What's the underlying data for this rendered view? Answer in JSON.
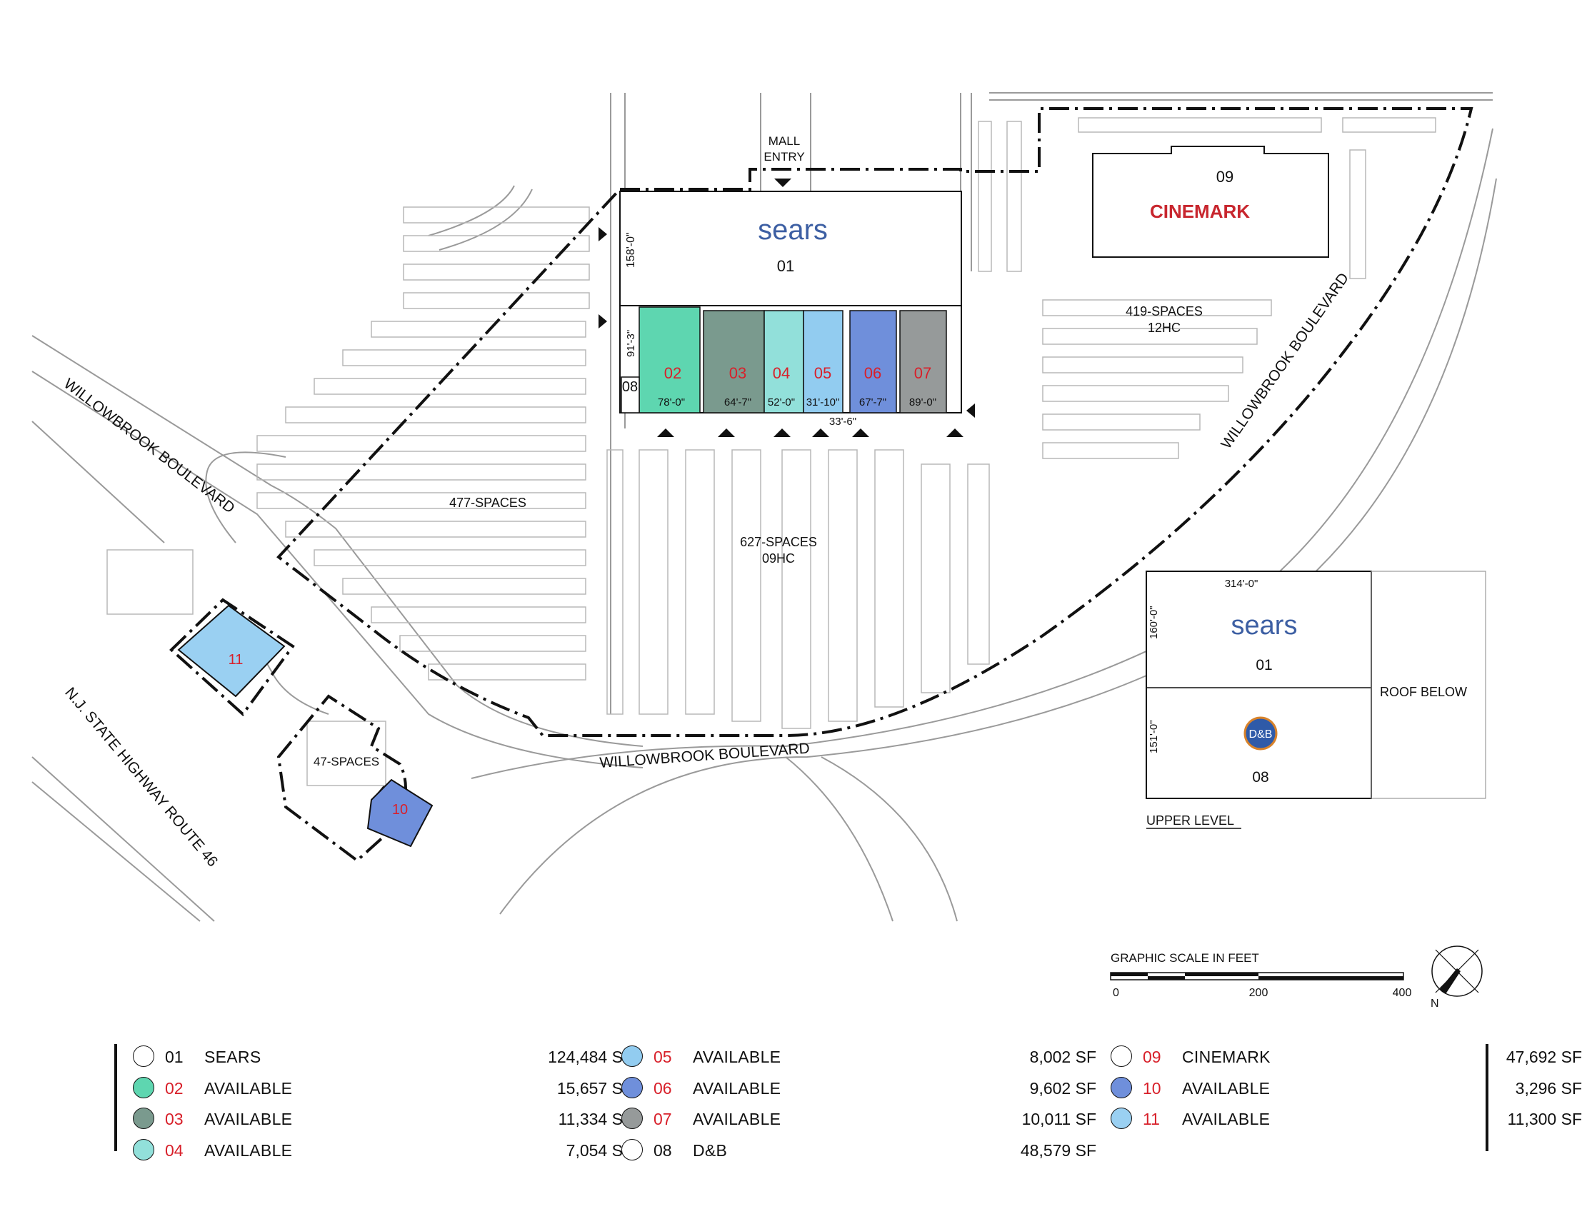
{
  "labels": {
    "mall_entry": "MALL\nENTRY",
    "sears_logo": "sears",
    "cinemark_logo": "CINEMARK",
    "upper_level": "UPPER LEVEL",
    "roof_below": "ROOF BELOW",
    "graphic_scale": "GRAPHIC SCALE IN FEET",
    "north": "N"
  },
  "roads": {
    "west": "WILLOWBROOK BOULEVARD",
    "south": "WILLOWBROOK BOULEVARD",
    "east": "WILLOWBROOK BOULEVARD",
    "highway": "N.J. STATE HIGHWAY ROUTE 46"
  },
  "parking": {
    "p477": "477-SPACES",
    "p627": "627-SPACES",
    "p627_hc": "09HC",
    "p419": "419-SPACES",
    "p419_hc": "12HC",
    "p47": "47-SPACES"
  },
  "dimensions": {
    "sears_depth": "158'-0\"",
    "strip_depth": "91'-3\"",
    "u02": "78'-0\"",
    "u03": "64'-7\"",
    "u04": "52'-0\"",
    "u05": "31'-10\"",
    "u05b": "33'-6\"",
    "u06": "67'-7\"",
    "u07": "89'-0\"",
    "upper_width": "314'-0\"",
    "upper_sears_depth": "160'-0\"",
    "upper_db_depth": "151'-0\""
  },
  "scale_ticks": [
    "0",
    "200",
    "400"
  ],
  "units": [
    {
      "num": "01",
      "name": "SEARS",
      "area": "124,484 SF",
      "color": "#ffffff",
      "numColor": "#111111"
    },
    {
      "num": "02",
      "name": "AVAILABLE",
      "area": "15,657 SF",
      "color": "#5ed6b0",
      "numColor": "#d8202a"
    },
    {
      "num": "03",
      "name": "AVAILABLE",
      "area": "11,334 SF",
      "color": "#7a9a8e",
      "numColor": "#d8202a"
    },
    {
      "num": "04",
      "name": "AVAILABLE",
      "area": "7,054 SF",
      "color": "#92e0da",
      "numColor": "#d8202a"
    },
    {
      "num": "05",
      "name": "AVAILABLE",
      "area": "8,002 SF",
      "color": "#92ccf0",
      "numColor": "#d8202a"
    },
    {
      "num": "06",
      "name": "AVAILABLE",
      "area": "9,602 SF",
      "color": "#6f8fdb",
      "numColor": "#d8202a"
    },
    {
      "num": "07",
      "name": "AVAILABLE",
      "area": "10,011 SF",
      "color": "#969a9a",
      "numColor": "#d8202a"
    },
    {
      "num": "08",
      "name": "D&B",
      "area": "48,579 SF",
      "color": "#ffffff",
      "numColor": "#111111"
    },
    {
      "num": "09",
      "name": "CINEMARK",
      "area": "47,692 SF",
      "color": "#ffffff",
      "numColor": "#d8202a"
    },
    {
      "num": "10",
      "name": "AVAILABLE",
      "area": "3,296 SF",
      "color": "#6f8fdb",
      "numColor": "#d8202a"
    },
    {
      "num": "11",
      "name": "AVAILABLE",
      "area": "11,300 SF",
      "color": "#9ad0f2",
      "numColor": "#d8202a"
    }
  ],
  "colors": {
    "accent_red": "#d8202a",
    "sears_blue": "#3d5fa3",
    "cinemark_red": "#c8262e"
  }
}
